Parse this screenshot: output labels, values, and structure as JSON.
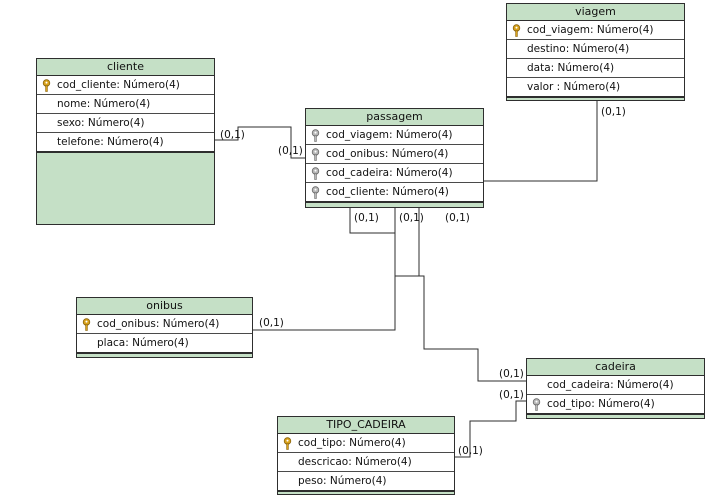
{
  "entities": {
    "cliente": {
      "title": "cliente",
      "attrs": [
        "cod_cliente: Número(4)",
        "nome: Número(4)",
        "sexo: Número(4)",
        "telefone: Número(4)"
      ]
    },
    "viagem": {
      "title": "viagem",
      "attrs": [
        "cod_viagem: Número(4)",
        "destino: Número(4)",
        "data: Número(4)",
        "valor : Número(4)"
      ]
    },
    "passagem": {
      "title": "passagem",
      "attrs": [
        "cod_viagem: Número(4)",
        "cod_onibus: Número(4)",
        "cod_cadeira: Número(4)",
        "cod_cliente: Número(4)"
      ]
    },
    "onibus": {
      "title": "onibus",
      "attrs": [
        "cod_onibus: Número(4)",
        "placa: Número(4)"
      ]
    },
    "cadeira": {
      "title": "cadeira",
      "attrs": [
        "cod_cadeira: Número(4)",
        "cod_tipo: Número(4)"
      ]
    },
    "tipo_cadeira": {
      "title": "TIPO_CADEIRA",
      "attrs": [
        "cod_tipo: Número(4)",
        "descricao: Número(4)",
        "peso: Número(4)"
      ]
    }
  },
  "cardinalities": {
    "cliente_side": "(0,1)",
    "passagem_cliente_side": "(0,1)",
    "viagem_side": "(0,1)",
    "passagem_left": "(0,1)",
    "passagem_mid": "(0,1)",
    "passagem_right": "(0,1)",
    "onibus_side": "(0,1)",
    "cadeira_top": "(0,1)",
    "cadeira_bottom": "(0,1)",
    "tipo_cadeira_side": "(0,1)"
  },
  "colors": {
    "entity_fill": "#c5e0c6",
    "line": "#2e2e2e",
    "key_gold": "#d9a21b",
    "key_grey": "#8c8c8c"
  }
}
